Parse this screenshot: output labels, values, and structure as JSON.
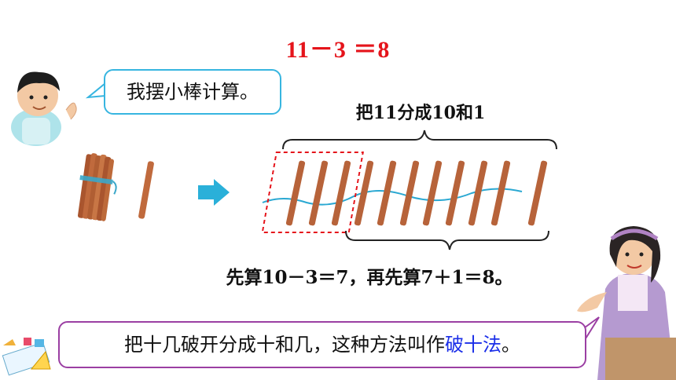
{
  "equation": "11－3 ＝8",
  "boy_bubble": "我摆小棒计算。",
  "split_label": "把11分成10和1",
  "calc_text": "先算10－3＝7，再先算7＋1＝8。",
  "teacher_bubble": {
    "prefix": "把十几破开分成十和几，这种方法叫作",
    "highlight": "破十法",
    "suffix": "。"
  },
  "colors": {
    "equation": "#e5141b",
    "boy_bubble_border": "#37b5e0",
    "teacher_bubble_border": "#9b3fa3",
    "highlight": "#1b2fe8",
    "stick": "#b7633a",
    "arrow": "#2ab0d9",
    "dashed_box": "#e5141b",
    "string": "#2aa8d2"
  },
  "sticks": {
    "bundle_count": 10,
    "single_count": 1,
    "split_row_count": 11,
    "taken_away": 3
  }
}
